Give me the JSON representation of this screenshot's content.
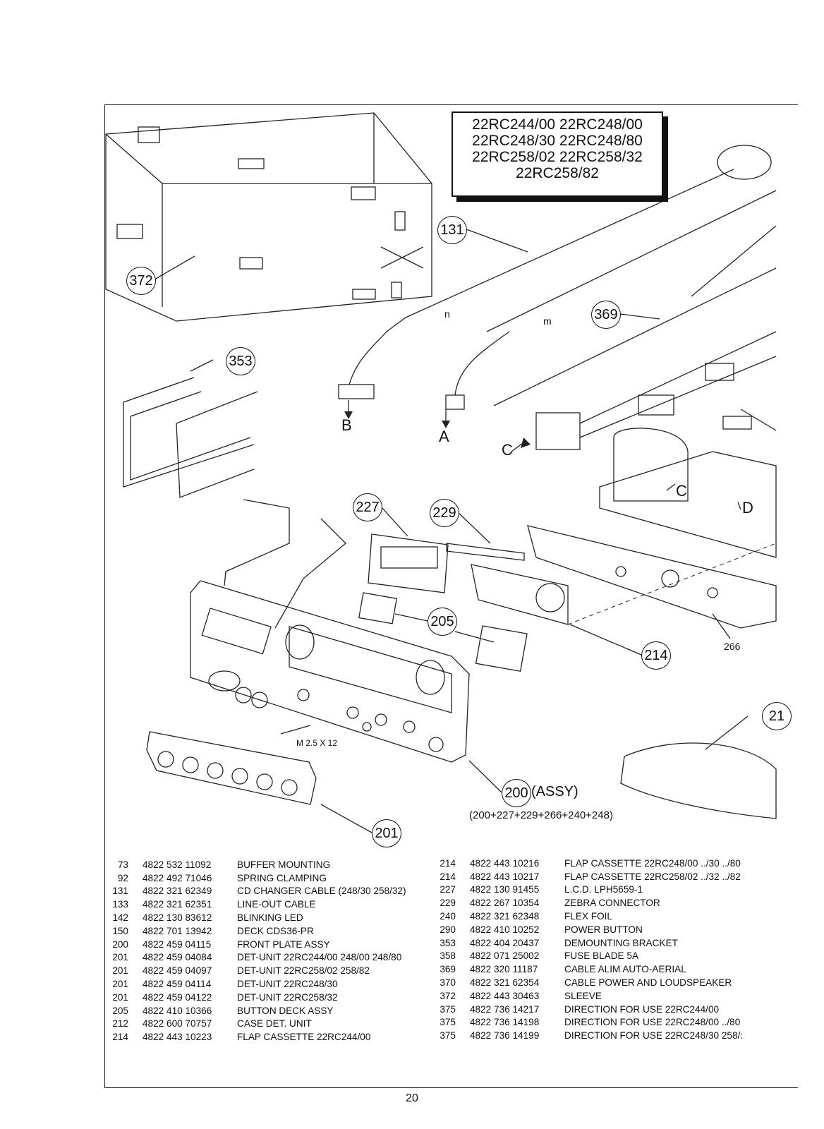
{
  "models": [
    "22RC244/00  22RC248/00",
    "22RC248/30  22RC248/80",
    "22RC258/02  22RC258/32",
    "22RC258/82"
  ],
  "callouts": {
    "c372": "372",
    "c353": "353",
    "c131": "131",
    "c369": "369",
    "c227": "227",
    "c229": "229",
    "c205": "205",
    "c214": "214",
    "c200": "200",
    "c201": "201",
    "c21": "21"
  },
  "letters": {
    "B": "B",
    "A": "A",
    "C1": "C",
    "C2": "C",
    "D": "D",
    "n": "n",
    "m": "m"
  },
  "labels": {
    "screw": "M 2.5 X 12",
    "part266": "266",
    "assy": "(ASSY)",
    "formula": "(200+227+229+266+240+248)"
  },
  "parts_left": [
    {
      "no": "73",
      "code": "4822 532 11092",
      "desc": "BUFFER MOUNTING"
    },
    {
      "no": "92",
      "code": "4822 492 71046",
      "desc": "SPRING CLAMPING"
    },
    {
      "no": "131",
      "code": "4822 321 62349",
      "desc": "CD CHANGER CABLE (248/30 258/32)"
    },
    {
      "no": "133",
      "code": "4822 321 62351",
      "desc": "LINE-OUT CABLE"
    },
    {
      "no": "142",
      "code": "4822 130 83612",
      "desc": "BLINKING LED"
    },
    {
      "no": "150",
      "code": "4822 701 13942",
      "desc": "DECK CDS36-PR"
    },
    {
      "no": "200",
      "code": "4822 459 04115",
      "desc": "FRONT PLATE ASSY"
    },
    {
      "no": "201",
      "code": "4822 459 04084",
      "desc": "DET-UNIT 22RC244/00 248/00 248/80"
    },
    {
      "no": "201",
      "code": "4822 459 04097",
      "desc": "DET-UNIT 22RC258/02 258/82"
    },
    {
      "no": "201",
      "code": "4822 459 04114",
      "desc": "DET-UNIT 22RC248/30"
    },
    {
      "no": "201",
      "code": "4822 459 04122",
      "desc": "DET-UNIT 22RC258/32"
    },
    {
      "no": "205",
      "code": "4822 410 10366",
      "desc": "BUTTON DECK ASSY"
    },
    {
      "no": "212",
      "code": "4822 600 70757",
      "desc": "CASE DET. UNIT"
    },
    {
      "no": "214",
      "code": "4822 443 10223",
      "desc": "FLAP CASSETTE 22RC244/00"
    }
  ],
  "parts_right": [
    {
      "no": "214",
      "code": "4822 443 10216",
      "desc": "FLAP CASSETTE 22RC248/00 ../30 ../80"
    },
    {
      "no": "214",
      "code": "4822 443 10217",
      "desc": "FLAP CASSETTE 22RC258/02 ../32 ../82"
    },
    {
      "no": "227",
      "code": "4822 130 91455",
      "desc": "L.C.D. LPH5659-1"
    },
    {
      "no": "229",
      "code": "4822 267 10354",
      "desc": "ZEBRA CONNECTOR"
    },
    {
      "no": "240",
      "code": "4822 321 62348",
      "desc": "FLEX FOIL"
    },
    {
      "no": "290",
      "code": "4822 410 10252",
      "desc": "POWER BUTTON"
    },
    {
      "no": "353",
      "code": "4822 404 20437",
      "desc": "DEMOUNTING BRACKET"
    },
    {
      "no": "358",
      "code": "4822 071 25002",
      "desc": "FUSE BLADE 5A"
    },
    {
      "no": "369",
      "code": "4822 320 11187",
      "desc": "CABLE ALIM AUTO-AERIAL"
    },
    {
      "no": "370",
      "code": "4822 321 62354",
      "desc": "CABLE POWER AND LOUDSPEAKER"
    },
    {
      "no": "372",
      "code": "4822 443 30463",
      "desc": "SLEEVE"
    },
    {
      "no": "375",
      "code": "4822 736 14217",
      "desc": "DIRECTION FOR USE 22RC244/00"
    },
    {
      "no": "375",
      "code": "4822 736 14198",
      "desc": "DIRECTION FOR USE 22RC248/00 ../80"
    },
    {
      "no": "375",
      "code": "4822 736 14199",
      "desc": "DIRECTION FOR USE 22RC248/30 258/:"
    }
  ],
  "page_number": "20"
}
